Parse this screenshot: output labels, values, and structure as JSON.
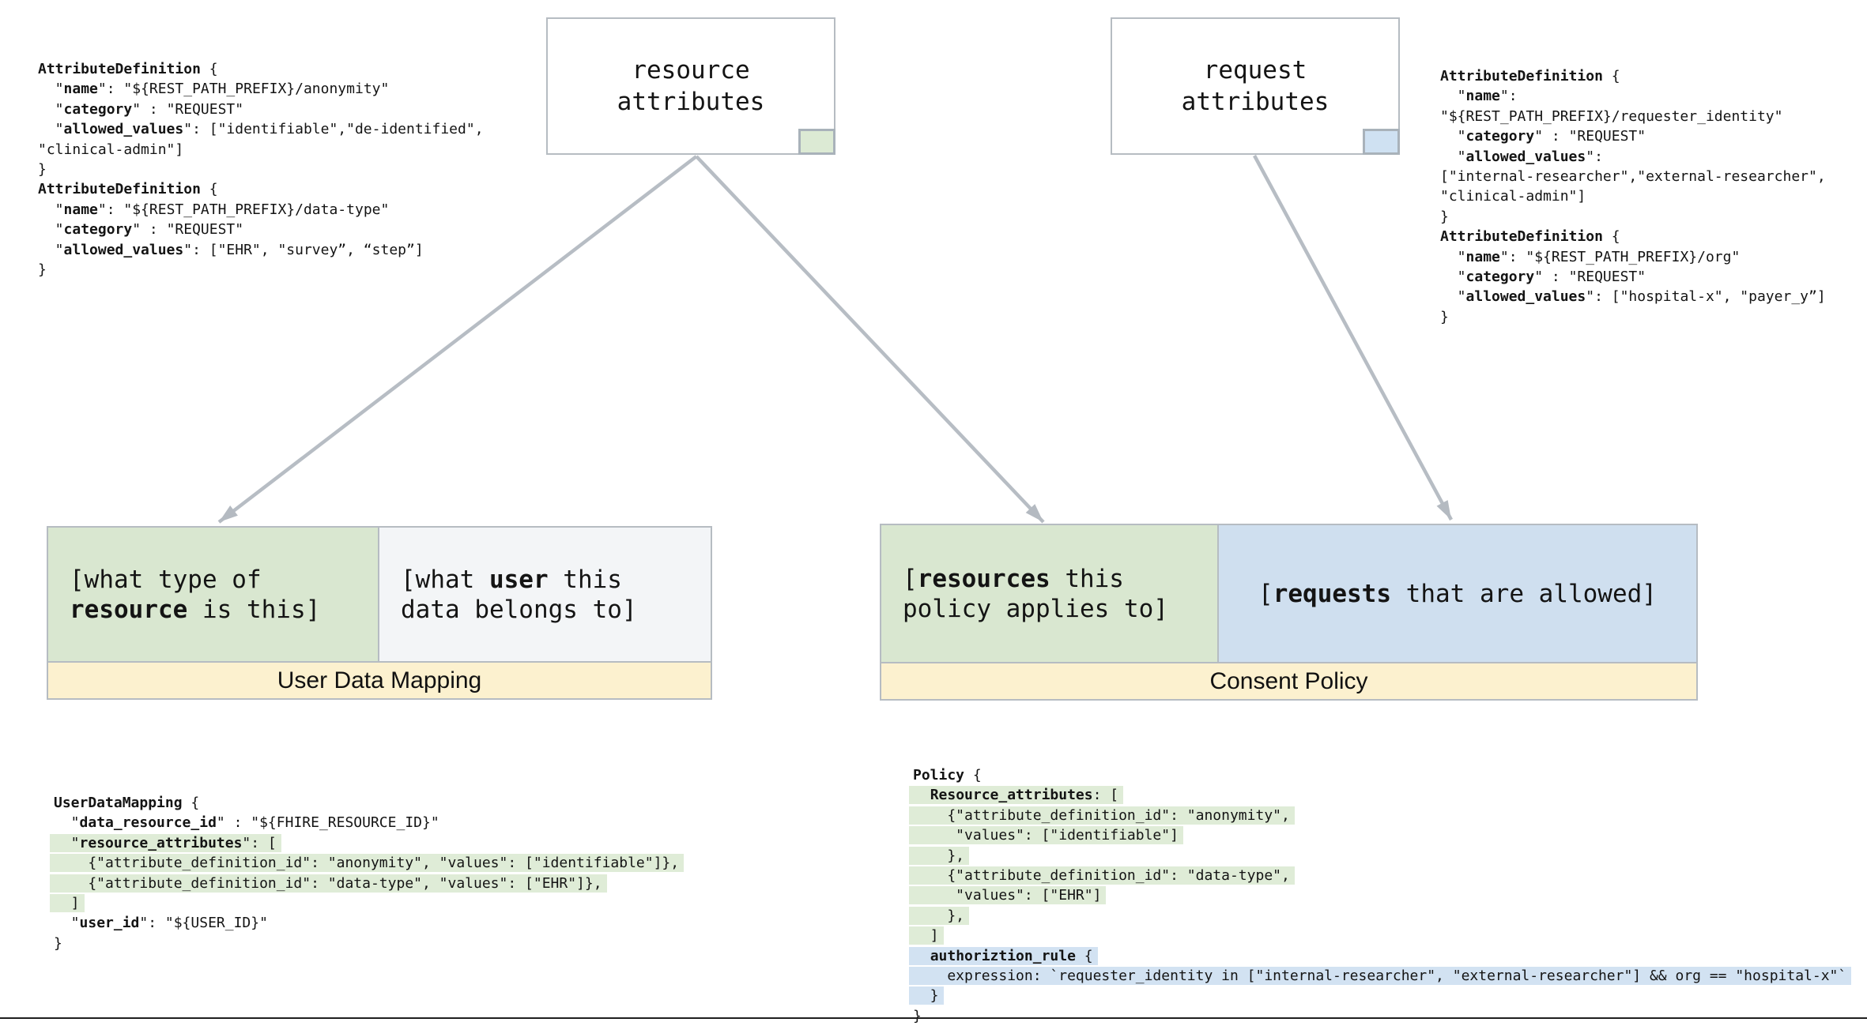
{
  "colors": {
    "green_fill": "#d9e7d0",
    "blue_fill": "#cfdfef",
    "yellow_fill": "#fcf1cf",
    "green_highlight": "#dfecd7",
    "blue_highlight": "#d2e2f2",
    "border_gray": "#b6bcc2",
    "arrow_gray": "#b7bdc4"
  },
  "resource_box": {
    "label": "resource\nattributes"
  },
  "request_box": {
    "label": "request\nattributes"
  },
  "top_left_code": {
    "lines": [
      "**AttributeDefinition** {",
      "  \"**name**\": \"${REST_PATH_PREFIX}/anonymity\"",
      "  \"**category**\" : \"REQUEST\"",
      "  \"**allowed_values**\": [\"identifiable\",\"de-identified\",",
      "\"clinical-admin\"]",
      "}",
      "**AttributeDefinition** {",
      "  \"**name**\": \"${REST_PATH_PREFIX}/data-type\"",
      "  \"**category**\" : \"REQUEST\"",
      "  \"**allowed_values**\": [\"EHR\", \"survey”, “step”]",
      "}"
    ]
  },
  "top_right_code": {
    "lines": [
      "**AttributeDefinition** {",
      "  \"**name**\":",
      "\"${REST_PATH_PREFIX}/requester_identity\"",
      "  \"**category**\" : \"REQUEST\"",
      "  \"**allowed_values**\":",
      "[\"internal-researcher\",\"external-researcher\",",
      "\"clinical-admin\"]",
      "}",
      "**AttributeDefinition** {",
      "  \"**name**\": \"${REST_PATH_PREFIX}/org\"",
      "  \"**category**\" : \"REQUEST\"",
      "  \"**allowed_values**\": [\"hospital-x\", \"payer_y”]",
      "}"
    ]
  },
  "user_data_mapping": {
    "title": "User Data Mapping",
    "resource_cell_lines": [
      "[what type of",
      "**resource** is this]"
    ],
    "user_cell_lines": [
      "[what **user** this",
      "data belongs to]"
    ]
  },
  "consent_policy": {
    "title": "Consent Policy",
    "resources_cell_lines": [
      "[**resources** this",
      "policy applies to]"
    ],
    "requests_cell_lines": [
      "[**requests** that are allowed]"
    ]
  },
  "bottom_left_code": {
    "lines": [
      "**UserDataMapping** {",
      "  \"**data_resource_id**\" : \"${FHIRE_RESOURCE_ID}\"",
      {
        "t": "  \"**resource_attributes**\": [",
        "hl": "green"
      },
      {
        "t": "    {\"attribute_definition_id\": \"anonymity\", \"values\": [\"identifiable\"]},",
        "hl": "green"
      },
      {
        "t": "    {\"attribute_definition_id\": \"data-type\", \"values\": [\"EHR\"]},",
        "hl": "green"
      },
      {
        "t": "  ]",
        "hl": "green"
      },
      "  \"**user_id**\": \"${USER_ID}\"",
      "}"
    ]
  },
  "bottom_right_code": {
    "lines": [
      "**Policy** {",
      {
        "t": "  **Resource_attributes**: [",
        "hl": "green"
      },
      {
        "t": "    {\"attribute_definition_id\": \"anonymity\",",
        "hl": "green"
      },
      {
        "t": "     \"values\": [\"identifiable\"]",
        "hl": "green"
      },
      {
        "t": "    },",
        "hl": "green"
      },
      {
        "t": "    {\"attribute_definition_id\": \"data-type\",",
        "hl": "green"
      },
      {
        "t": "     \"values\": [\"EHR\"]",
        "hl": "green"
      },
      {
        "t": "    },",
        "hl": "green"
      },
      {
        "t": "  ]",
        "hl": "green"
      },
      {
        "t": "  **authoriztion_rule** {",
        "hl": "blue"
      },
      {
        "t": "    expression: `requester_identity in [\"internal-researcher\", \"external-researcher\"] && org == \"hospital-x\"`",
        "hl": "blue"
      },
      {
        "t": "  }",
        "hl": "blue"
      },
      "}"
    ]
  }
}
